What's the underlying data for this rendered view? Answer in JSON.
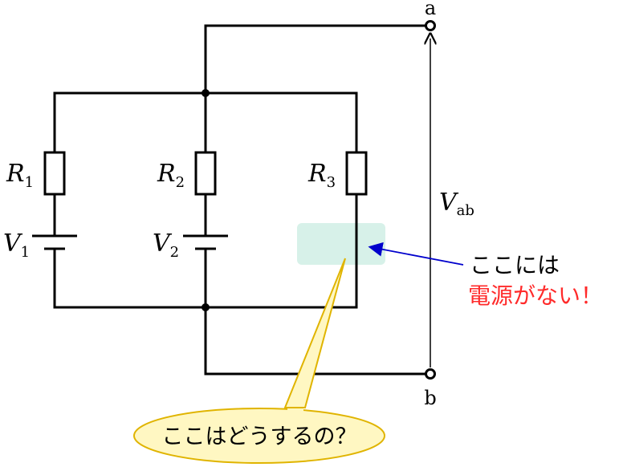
{
  "terminals": {
    "a": "a",
    "b": "b"
  },
  "voltage": {
    "symbol": "V",
    "sub": "ab"
  },
  "branches": [
    {
      "r_symbol": "R",
      "r_sub": "1",
      "v_symbol": "V",
      "v_sub": "1"
    },
    {
      "r_symbol": "R",
      "r_sub": "2",
      "v_symbol": "V",
      "v_sub": "2"
    },
    {
      "r_symbol": "R",
      "r_sub": "3"
    }
  ],
  "annotations": {
    "right_line1": "ここには",
    "right_line2": "電源がない！",
    "bubble": "ここはどうするの？"
  },
  "colors": {
    "wire": "#000000",
    "arrow": "#0000cc",
    "highlight": "#d7f1e9",
    "warning_text": "#ff2a2a",
    "bubble_fill": "#fff7c2",
    "bubble_stroke": "#e0b400"
  }
}
